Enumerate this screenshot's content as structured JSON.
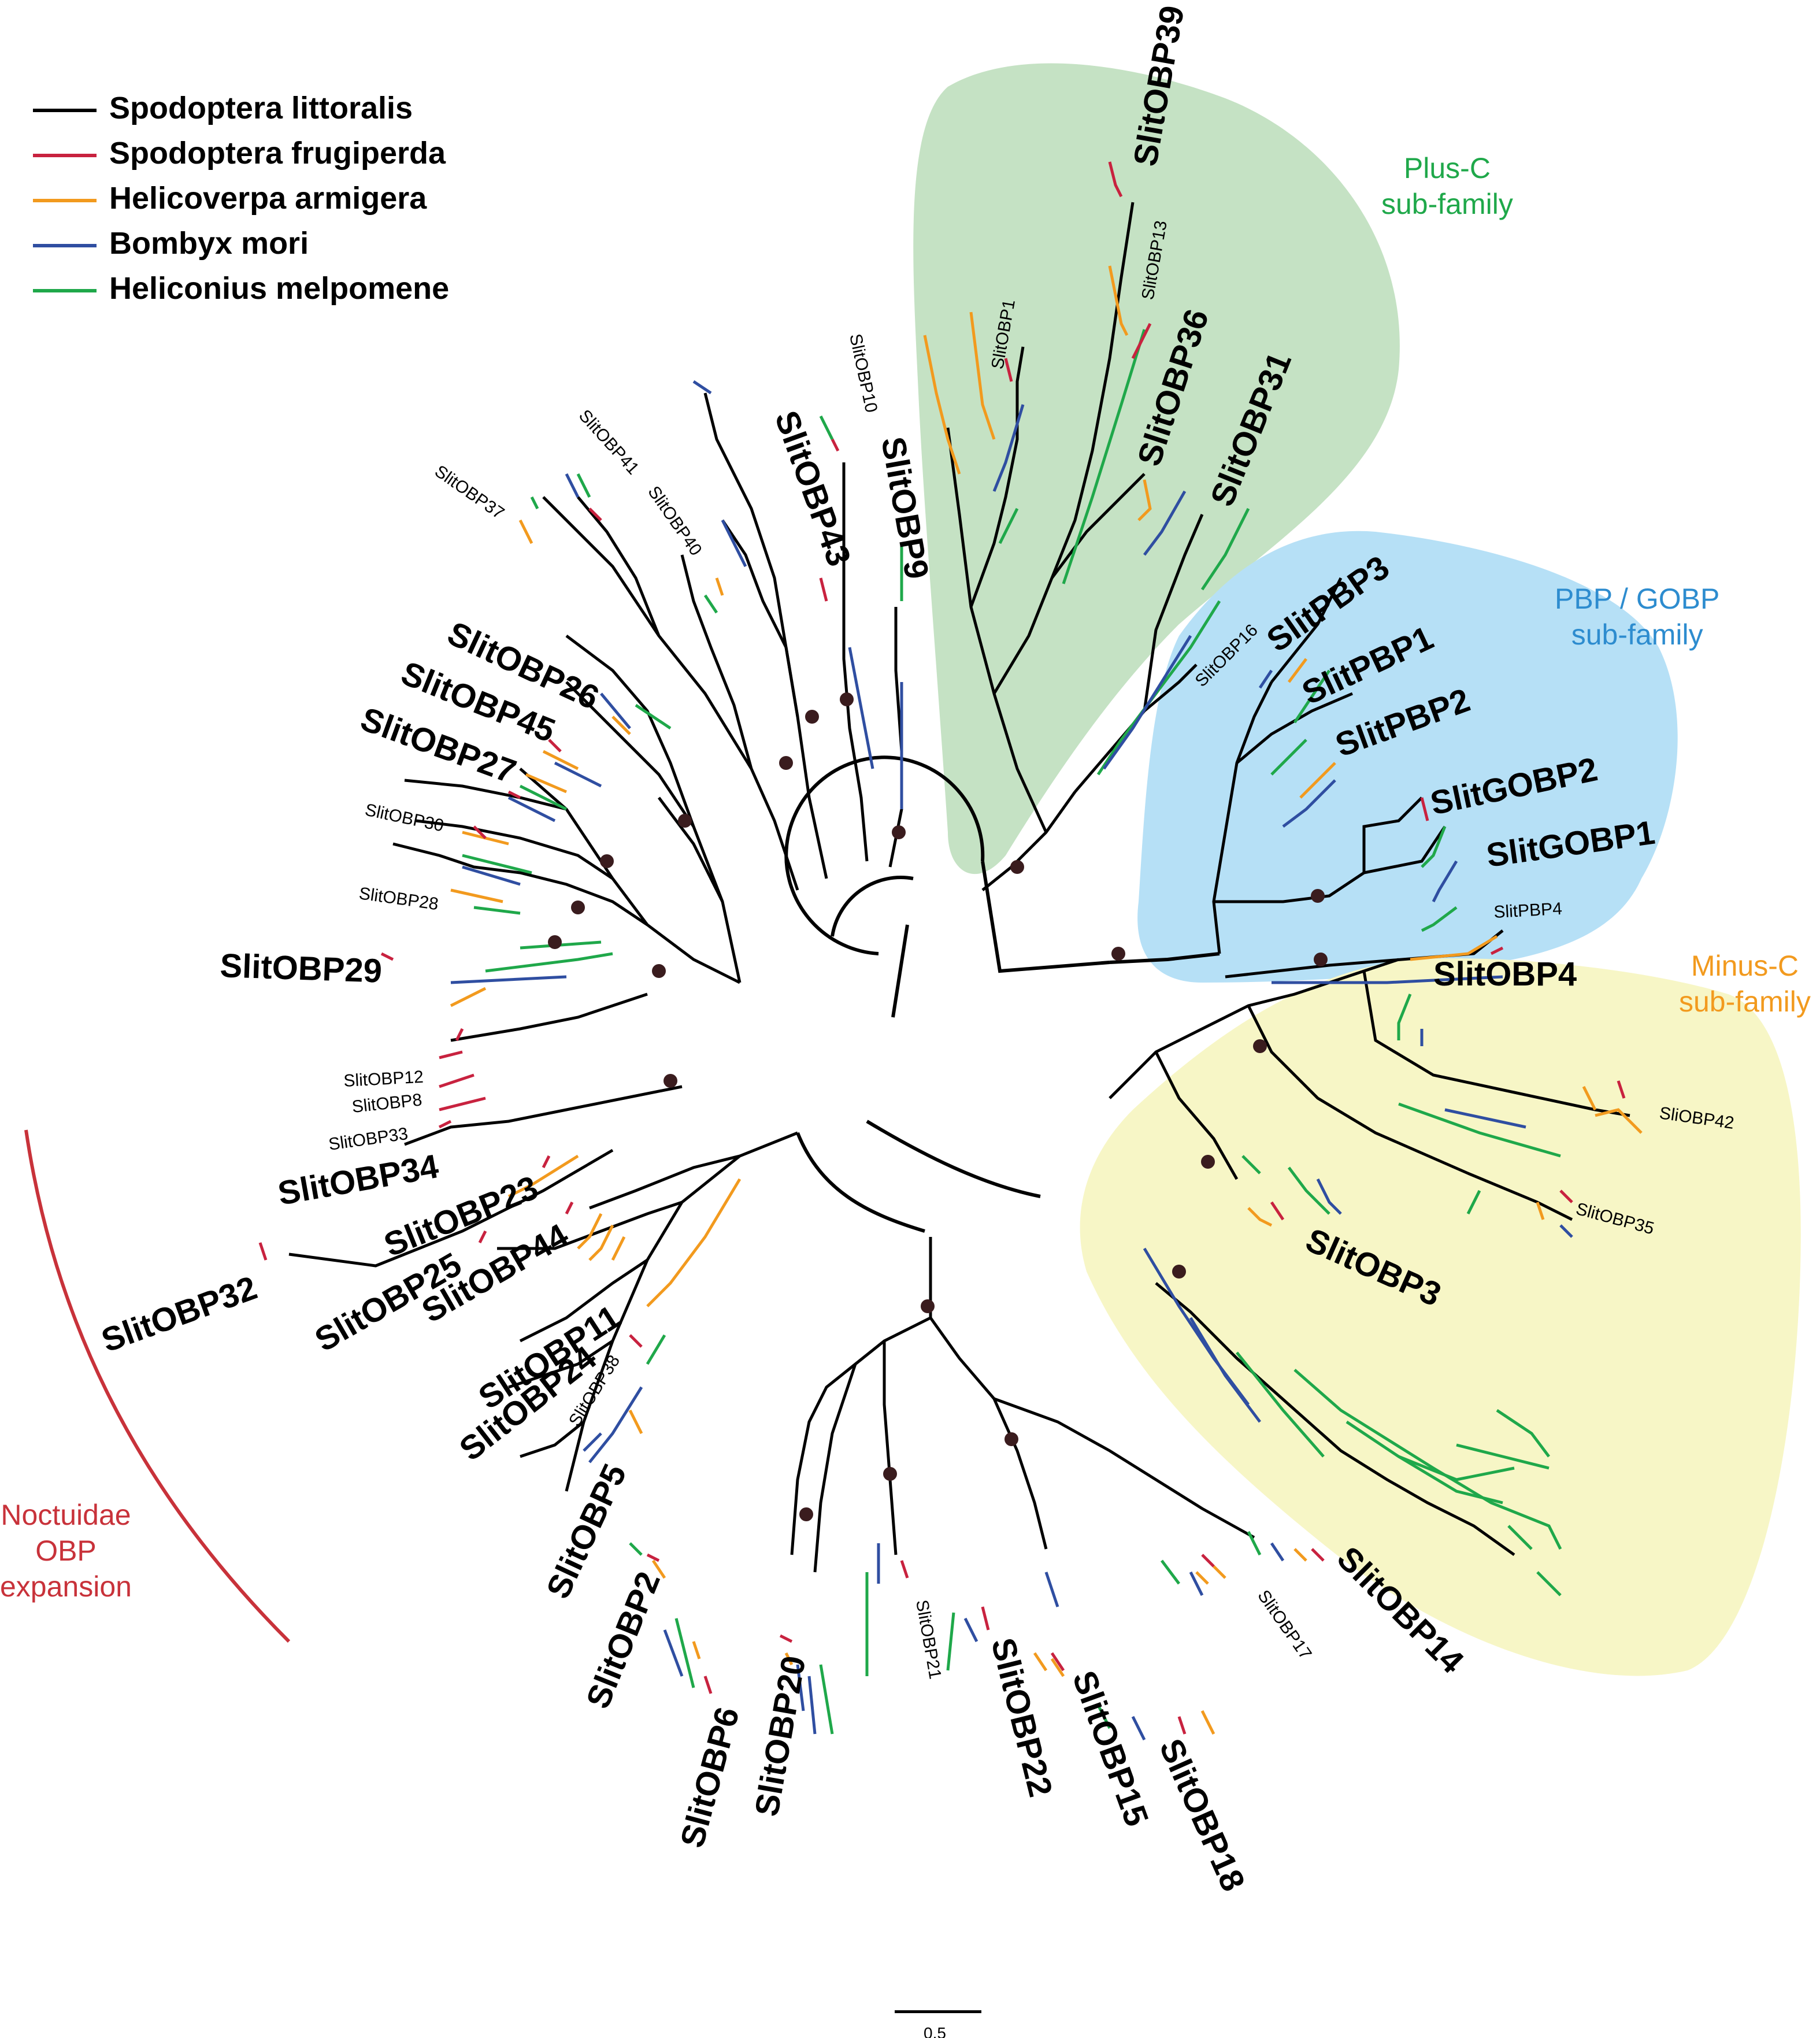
{
  "legend": {
    "items": [
      {
        "label": "Spodoptera littoralis",
        "color": "#000000"
      },
      {
        "label": "Spodoptera frugiperda",
        "color": "#c8223f"
      },
      {
        "label": "Helicoverpa armigera",
        "color": "#f29a1e"
      },
      {
        "label": "Bombyx mori",
        "color": "#2f4ea1"
      },
      {
        "label": "Heliconius melpomene",
        "color": "#1fa84a"
      }
    ]
  },
  "groups": {
    "plus_c": {
      "line1": "Plus-C",
      "line2": "sub-family",
      "color": "#1fa84a",
      "fill": "#c5e2c4"
    },
    "pbp_gobp": {
      "line1": "PBP / GOBP",
      "line2": "sub-family",
      "color": "#2d8ccf",
      "fill": "#b6e0f6"
    },
    "minus_c": {
      "line1": "Minus-C",
      "line2": "sub-family",
      "color": "#f29a1e",
      "fill": "#f7f6c6"
    },
    "noctuidae": {
      "line1": "Noctuidae",
      "line2": "OBP",
      "line3": "expansion",
      "color": "#c8323a"
    }
  },
  "leaves": [
    "SlitOBP39",
    "SlitOBP13",
    "SlitOBP1",
    "SlitOBP36",
    "SlitOBP31",
    "SlitOBP16",
    "SlitPBP3",
    "SlitPBP1",
    "SlitPBP2",
    "SlitGOBP2",
    "SlitGOBP1",
    "SlitPBP4",
    "SlitOBP4",
    "SliOBP42",
    "SlitOBP35",
    "SlitOBP3",
    "SlitOBP14",
    "SlitOBP17",
    "SlitOBP18",
    "SlitOBP15",
    "SlitOBP22",
    "SlitOBP21",
    "SlitOBP20",
    "SlitOBP6",
    "SlitOBP2",
    "SlitOBP5",
    "SlitOBP38",
    "SlitOBP24",
    "SlitOBP11",
    "SlitOBP44",
    "SlitOBP25",
    "SlitOBP23",
    "SlitOBP32",
    "SlitOBP34",
    "SlitOBP33",
    "SlitOBP8",
    "SlitOBP12",
    "SlitOBP29",
    "SlitOBP28",
    "SlitOBP30",
    "SlitOBP27",
    "SlitOBP45",
    "SlitOBP26",
    "SlitOBP37",
    "SlitOBP41",
    "SlitOBP40",
    "SlitOBP43",
    "SlitOBP10",
    "SlitOBP9"
  ],
  "scale_bar": {
    "label": "0.5"
  }
}
